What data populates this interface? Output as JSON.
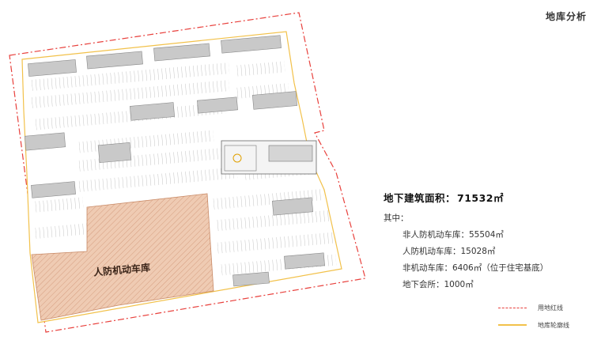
{
  "header": {
    "title": "地库分析"
  },
  "plan": {
    "civil_defense_label": "人防机动车库",
    "colors": {
      "site_boundary": "#e8403c",
      "basement_outline": "#f2c14a",
      "civil_defense_fill": "#e9b99a",
      "building": "#c9c9c9",
      "parking_line": "#8a8a8a"
    }
  },
  "stats": {
    "total_label": "地下建筑面积：",
    "total_value": "71532㎡",
    "sub_heading": "其中：",
    "items": [
      "非人防机动车库：55504㎡",
      "人防机动车库：15028㎡",
      "非机动车库：6406㎡（位于住宅基底）",
      "地下会所：1000㎡"
    ]
  },
  "legend": {
    "items": [
      {
        "label": "用地红线",
        "color": "#e8403c",
        "style": "dash-dot"
      },
      {
        "label": "地库轮廓线",
        "color": "#f2c14a",
        "style": "solid"
      }
    ]
  }
}
